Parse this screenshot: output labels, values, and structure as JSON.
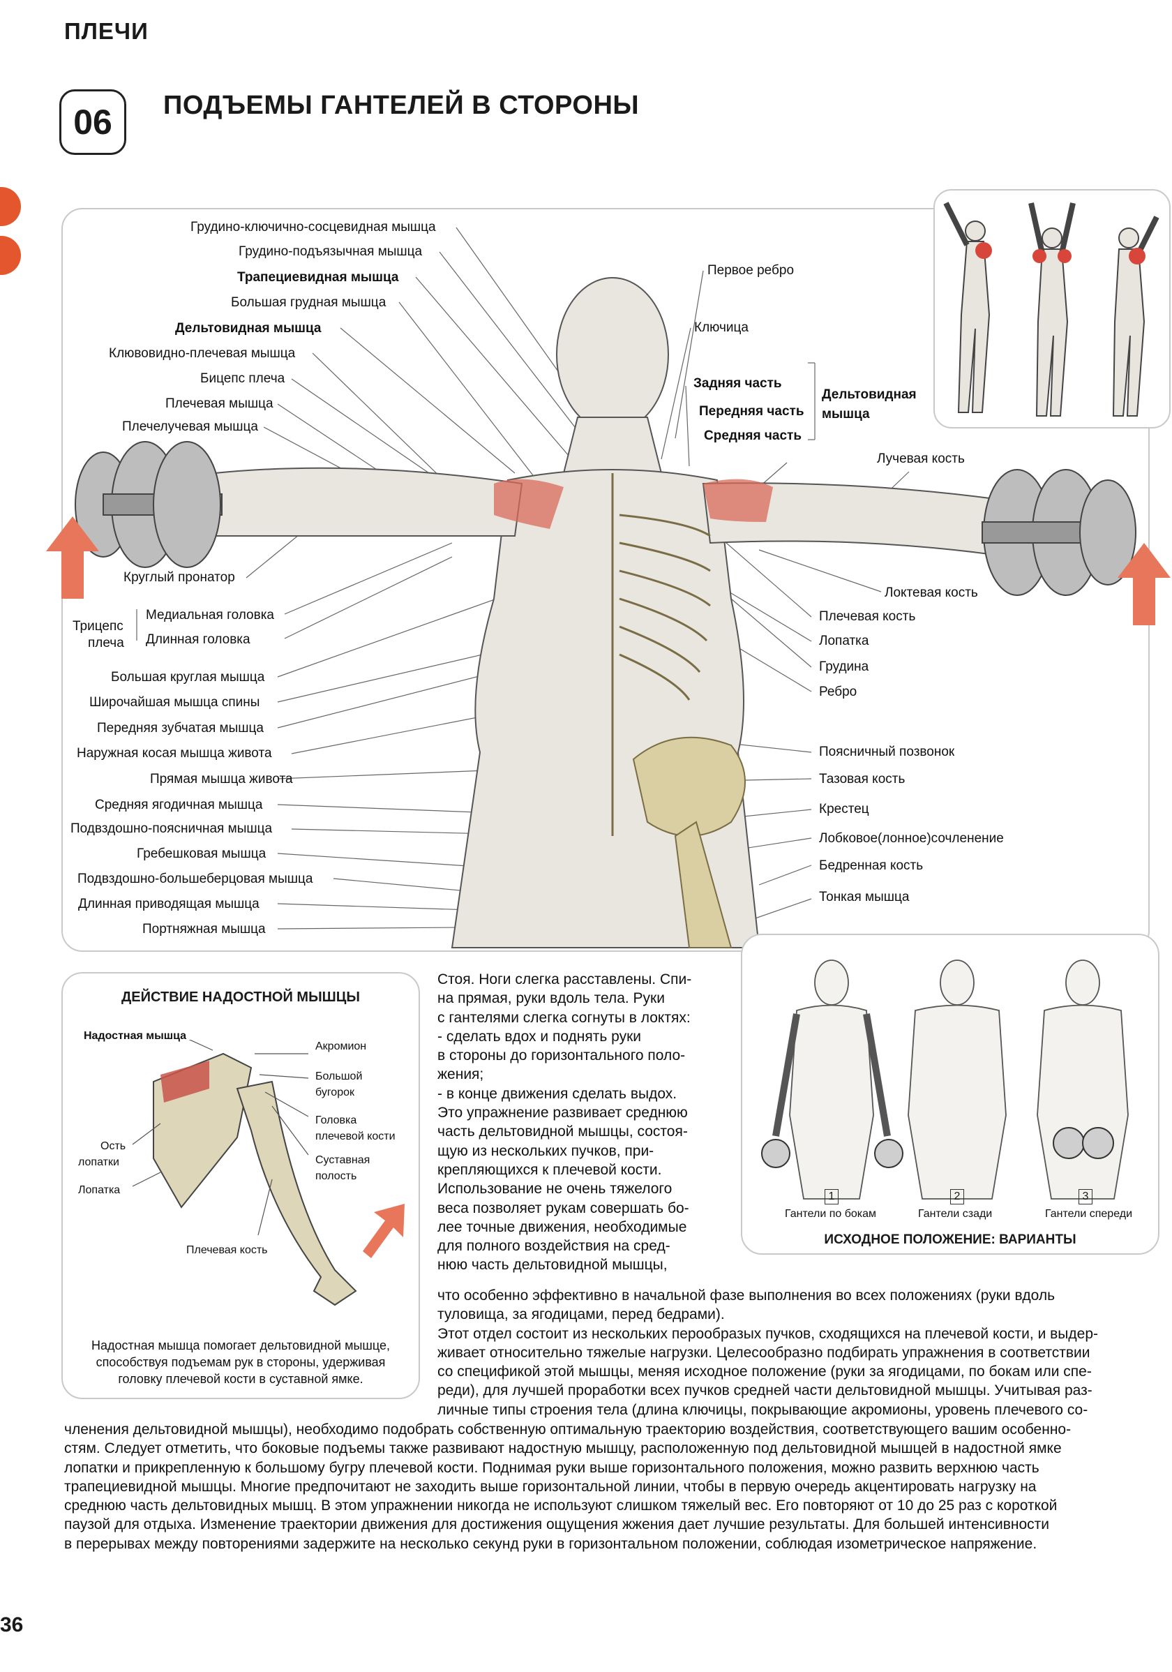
{
  "page": {
    "section": "ПЛЕЧИ",
    "exercise_number": "06",
    "title": "ПОДЪЕМЫ ГАНТЕЛЕЙ В СТОРОНЫ",
    "page_number": "36",
    "accent_color": "#e4572e"
  },
  "anatomy": {
    "left_labels": [
      "Грудино-ключично-сосцевидная мышца",
      "Грудино-подъязычная мышца",
      "Трапециевидная мышца",
      "Большая грудная мышца",
      "Дельтовидная мышца",
      "Клювовидно-плечевая мышца",
      "Бицепс плеча",
      "Плечевая мышца",
      "Плечелучевая мышца",
      "Круглый пронатор",
      "Медиальная головка",
      "Длинная головка",
      "Большая круглая мышца",
      "Широчайшая мышца спины",
      "Передняя зубчатая мышца",
      "Наружная косая мышца живота",
      "Прямая мышца живота",
      "Средняя ягодичная мышца",
      "Подвздошно-поясничная мышца",
      "Гребешковая мышца",
      "Подвздошно-большеберцовая мышца",
      "Длинная приводящая мышца",
      "Портняжная мышца"
    ],
    "triceps_label_1": "Трицепс",
    "triceps_label_2": "плеча",
    "right_labels": [
      "Первое ребро",
      "Ключица",
      "Задняя часть",
      "Передняя часть",
      "Средняя часть",
      "Лучевая кость",
      "Локтевая кость",
      "Плечевая кость",
      "Лопатка",
      "Грудина",
      "Ребро",
      "Поясничный позвонок",
      "Тазовая кость",
      "Крестец",
      "Лобковое(лонное)сочленение",
      "Бедренная кость",
      "Тонкая мышца"
    ],
    "deltoid_group_1": "Дельтовидная",
    "deltoid_group_2": "мышца"
  },
  "supraspinatus": {
    "heading": "ДЕЙСТВИЕ НАДОСТНОЙ МЫШЦЫ",
    "label_main": "Надостная мышца",
    "label_acromion": "Акромион",
    "label_tubercle_1": "Большой",
    "label_tubercle_2": "бугорок",
    "label_head_1": "Головка",
    "label_head_2": "плечевой кости",
    "label_cavity_1": "Суставная",
    "label_cavity_2": "полость",
    "label_spine_1": "Ость",
    "label_spine_2": "лопатки",
    "label_scapula": "Лопатка",
    "label_humerus": "Плечевая кость",
    "caption_1": "Надостная мышца помогает дельтовидной мышце,",
    "caption_2": "способствуя подъемам рук в стороны, удерживая",
    "caption_3": "головку плечевой кости в суставной ямке."
  },
  "variants": {
    "heading": "ИСХОДНОЕ ПОЛОЖЕНИЕ: ВАРИАНТЫ",
    "items": [
      {
        "num": "1",
        "label": "Гантели по бокам"
      },
      {
        "num": "2",
        "label": "Гантели сзади"
      },
      {
        "num": "3",
        "label": "Гантели спереди"
      }
    ]
  },
  "text": {
    "narrow_lines": [
      "Стоя. Ноги слегка расставлены. Спи-",
      "на прямая, руки вдоль тела. Руки",
      "с гантелями слегка согнуты в локтях:",
      "- сделать вдох и поднять руки",
      "в стороны до горизонтального поло-",
      "жения;",
      "- в конце движения сделать выдох.",
      "Это упражнение развивает среднюю",
      "часть дельтовидной мышцы, состоя-",
      "щую из нескольких пучков, при-",
      "крепляющихся к плечевой кости.",
      "Использование не очень тяжелого",
      "веса позволяет рукам совершать бо-",
      "лее точные движения, необходимые",
      "для полного воздействия на сред-",
      "нюю часть дельтовидной мышцы,"
    ],
    "mid_lines": [
      "что особенно эффективно в начальной фазе выполнения во всех положениях (руки вдоль",
      "туловища, за ягодицами, перед бедрами).",
      "Этот отдел состоит из нескольких перообразых пучков, сходящихся на плечевой кости, и выдер-",
      "живает относительно тяжелые нагрузки. Целесообразно подбирать упражнения в соответствии",
      "со спецификой этой мышцы, меняя исходное положение (руки за ягодицами, по бокам или спе-",
      "реди), для лучшей проработки всех пучков средней части дельтовидной мышцы. Учитывая раз-",
      "личные типы строения тела (длина ключицы, покрывающие акромионы, уровень плечевого со-"
    ],
    "full_lines": [
      "членения дельтовидной мышцы), необходимо подобрать собственную оптимальную траекторию воздействия, соответствующего вашим особенно-",
      "стям. Следует отметить, что боковые подъемы также развивают надостную мышцу, расположенную под дельтовидной мышцей в надостной ямке",
      "лопатки и прикрепленную к большому бугру плечевой кости. Поднимая руки выше горизонтального положения, можно развить верхнюю часть",
      "трапециевидной мышцы. Многие предпочитают не заходить выше горизонтальной линии, чтобы в первую очередь акцентировать нагрузку на",
      "среднюю часть дельтовидных мышц. В этом упражнении никогда не используют слишком тяжелый вес. Его повторяют от 10 до 25 раз с короткой",
      "паузой для отдыха. Изменение траектории движения для достижения ощущения жжения дает лучшие результаты. Для большей интенсивности",
      "в перерывах между повторениями задержите на несколько секунд руки в горизонтальном положении, соблюдая изометрическое напряжение."
    ]
  }
}
